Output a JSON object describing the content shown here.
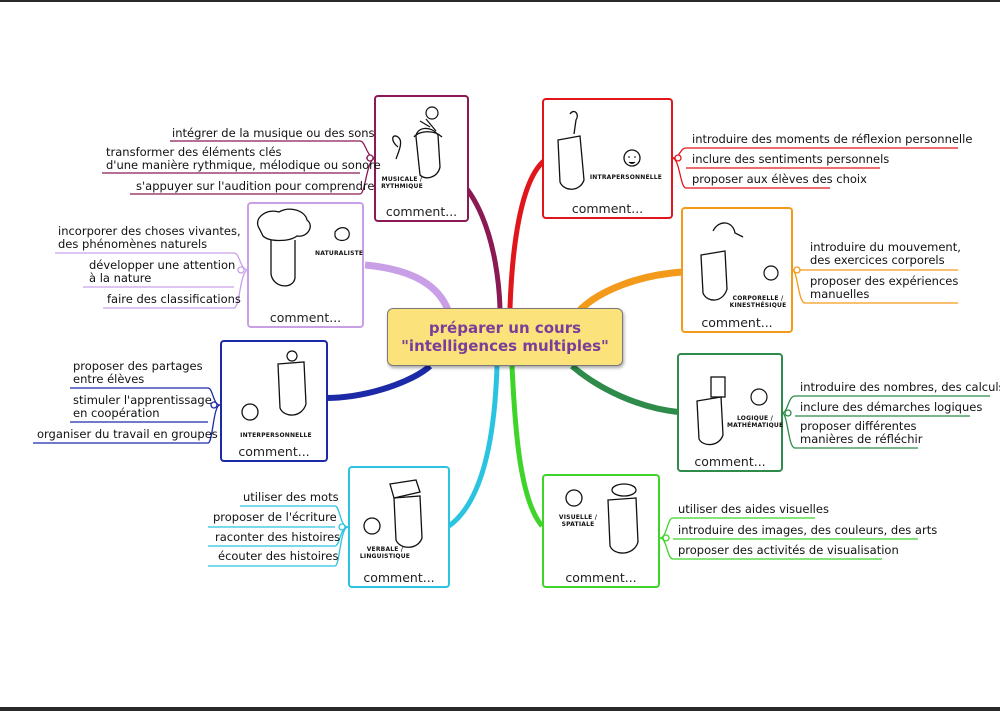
{
  "center": {
    "line1": "préparer un cours",
    "line2": "\"intelligences multiples\""
  },
  "branches": {
    "musicale": {
      "caption": "comment...",
      "type1": "MUSICALE /",
      "type2": "RYTHMIQUE",
      "color": "#8b1a54",
      "leaves": [
        "intégrer de la musique ou des sons",
        "transformer des éléments clés",
        "d'une manière rythmique, mélodique ou sonore",
        "s'appuyer sur l'audition pour comprendre"
      ]
    },
    "intrapersonnelle": {
      "caption": "comment...",
      "type1": "INTRAPERSONNELLE",
      "color": "#e0161b",
      "leaves": [
        "introduire des moments de réflexion personnelle",
        "inclure des sentiments personnels",
        "proposer aux élèves des choix"
      ]
    },
    "naturaliste": {
      "caption": "comment...",
      "type1": "NATURALISTE",
      "color": "#c9a0e8",
      "leaves": [
        "incorporer des choses vivantes,",
        "des phénomènes naturels",
        "développer une attention",
        "à la nature",
        "faire des classifications"
      ]
    },
    "corporelle": {
      "caption": "comment...",
      "type1": "CORPORELLE /",
      "type2": "KINESTHÉSIQUE",
      "color": "#f39a1b",
      "leaves": [
        "introduire du mouvement,",
        "des exercices corporels",
        "proposer des expériences",
        "manuelles"
      ]
    },
    "interpersonnelle": {
      "caption": "comment...",
      "type1": "INTERPERSONNELLE",
      "color": "#1c2aa8",
      "leaves": [
        "proposer des partages",
        "entre élèves",
        "stimuler l'apprentissage",
        "en coopération",
        "organiser du travail en groupes"
      ]
    },
    "logique": {
      "caption": "comment...",
      "type1": "LOGIQUE /",
      "type2": "MATHÉMATIQUE",
      "color": "#2e8b4a",
      "leaves": [
        "introduire des nombres, des calculs",
        "inclure des démarches logiques",
        "proposer différentes",
        "manières de réfléchir"
      ]
    },
    "verbale": {
      "caption": "comment...",
      "type1": "VERBALE /",
      "type2": "LINGUISTIQUE",
      "color": "#2bc4e0",
      "leaves": [
        "utiliser des mots",
        "proposer de l'écriture",
        "raconter des histoires",
        "écouter des histoires"
      ]
    },
    "visuelle": {
      "caption": "comment...",
      "type1": "VISUELLE /",
      "type2": "SPATIALE",
      "color": "#3fd42a",
      "leaves": [
        "utiliser des aides visuelles",
        "introduire des images, des couleurs, des arts",
        "proposer des activités de visualisation"
      ]
    }
  }
}
